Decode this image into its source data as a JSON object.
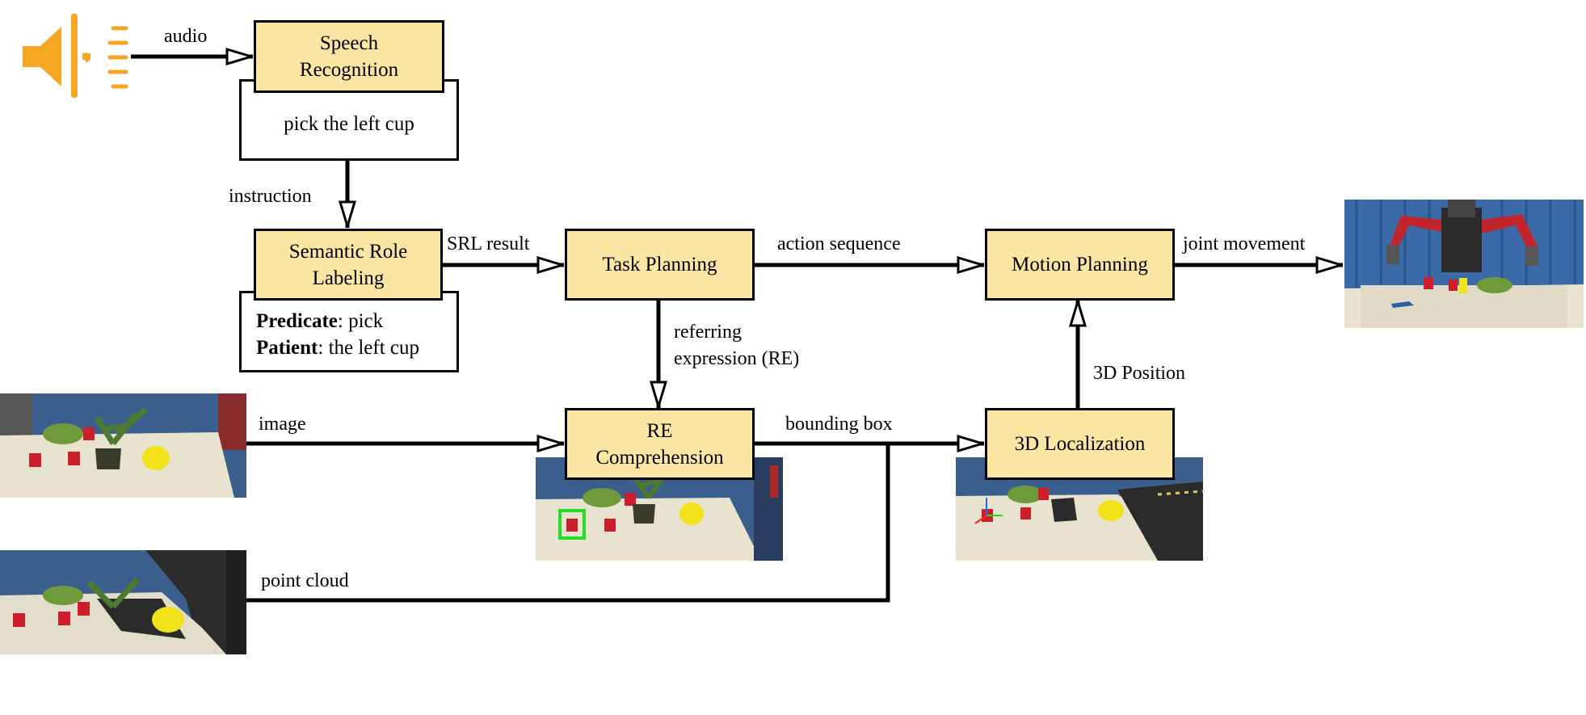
{
  "nodes": {
    "speech_recognition": [
      "Speech",
      "Recognition"
    ],
    "speech_output": "pick the left cup",
    "semantic_role_labeling": [
      "Semantic Role",
      "Labeling"
    ],
    "srl_output": [
      {
        "key": "Predicate",
        "value": ": pick"
      },
      {
        "key": "Patient",
        "value": ": the left cup"
      }
    ],
    "task_planning": "Task Planning",
    "motion_planning": "Motion Planning",
    "re_comprehension": [
      "RE",
      "Comprehension"
    ],
    "localization_3d": "3D Localization"
  },
  "edges": {
    "audio": "audio",
    "instruction": "instruction",
    "srl_result": "SRL result",
    "action_sequence": "action sequence",
    "joint_movement": "joint movement",
    "referring_expression": [
      "referring",
      "expression (RE)"
    ],
    "image": "image",
    "bounding_box": "bounding box",
    "point_cloud": "point cloud",
    "position_3d": "3D Position"
  },
  "colors": {
    "box_fill": "#fde5a4",
    "speaker": "#f5a623",
    "detection_box": "#22dd22",
    "backdrop": "#3a6aa8",
    "table": "#e8e3cf"
  },
  "icons": {
    "speaker": "speaker-icon"
  }
}
